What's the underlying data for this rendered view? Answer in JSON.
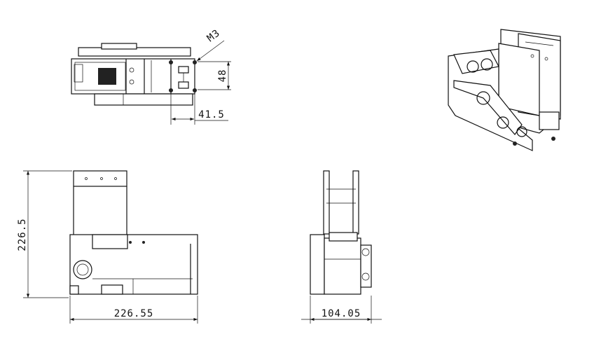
{
  "dimensions": {
    "thread_label": "M3",
    "top_height": "48",
    "top_offset": "41.5",
    "front_height": "226.5",
    "front_width": "226.55",
    "side_width": "104.05"
  },
  "views": [
    "top-view",
    "isometric-view",
    "front-view",
    "side-view"
  ]
}
